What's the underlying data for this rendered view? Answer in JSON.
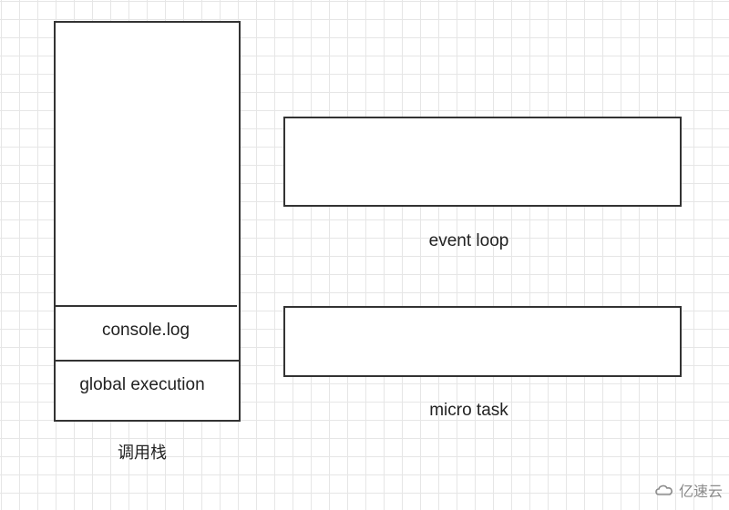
{
  "call_stack": {
    "caption": "调用栈",
    "frames": [
      "console.log",
      "global execution"
    ]
  },
  "queues": {
    "event_loop_label": "event loop",
    "micro_task_label": "micro task"
  },
  "watermark": {
    "text": "亿速云"
  }
}
